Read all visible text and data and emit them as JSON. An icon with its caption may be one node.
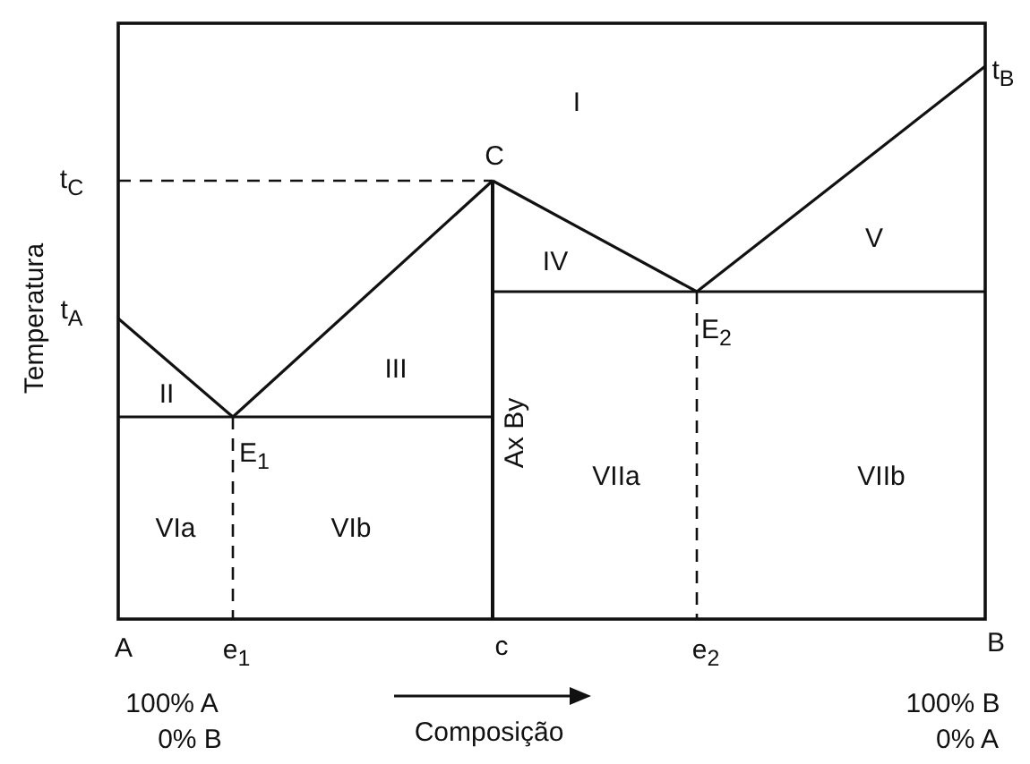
{
  "diagram": {
    "labels": [
      "I",
      "t$_{B}$",
      "t$_{C}$",
      "C",
      "IV",
      "V",
      "t$_{A}$",
      "III",
      "II",
      "E$_{1}$",
      "E$_{2}$",
      "Ax By",
      "VIIa",
      "VIIb",
      "VIa",
      "VIb",
      "A",
      "e$_{1}$",
      "c",
      "e$_{2}$",
      "B",
      "Temperatura",
      "100% A",
      "0% B",
      "Composição",
      "100% B",
      "0% A"
    ]
  }
}
